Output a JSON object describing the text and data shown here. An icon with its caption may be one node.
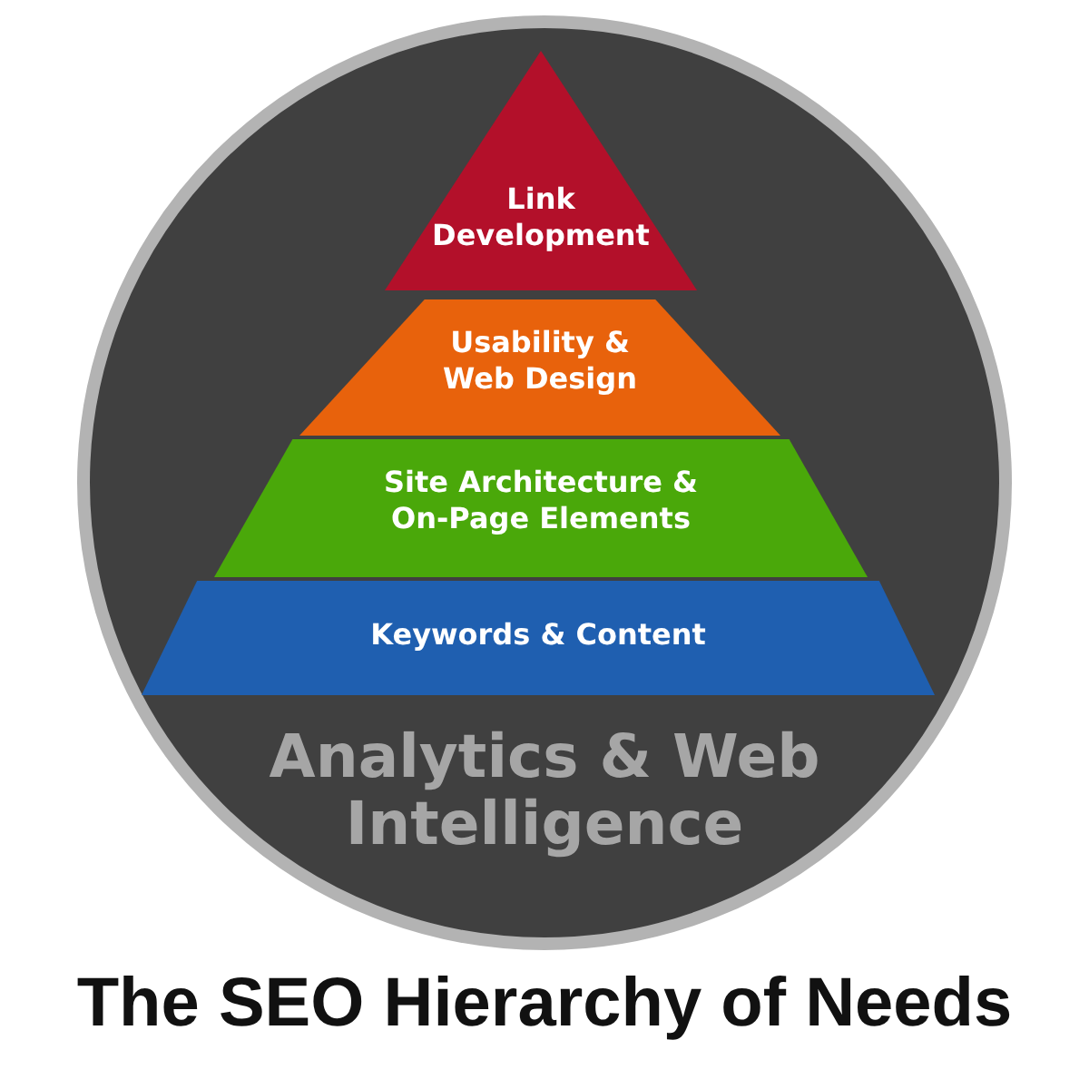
{
  "diagram": {
    "title": "The SEO Hierarchy of Needs",
    "nodes": [
      {
        "text": [
          "Analytics & Web Intelligence"
        ]
      },
      {
        "text": [
          "Link Development"
        ],
        "in": 0
      },
      {
        "text": [
          "Usability & Web Design"
        ],
        "in": 0
      },
      {
        "text": [
          "Site Architecture & On-Page Elements"
        ],
        "in": 0
      },
      {
        "text": [
          "Keywords & Content"
        ],
        "in": 0
      }
    ]
  }
}
